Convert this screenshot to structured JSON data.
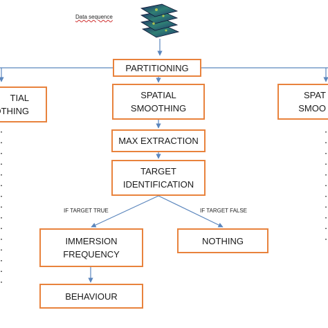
{
  "input_label": "Data sequence",
  "icon": "stacked-data-layers-icon",
  "nodes": {
    "partitioning": "PARTITIONING",
    "smoothing_left": [
      "TIAL",
      "OTHING"
    ],
    "smoothing_center": [
      "SPATIAL",
      "SMOOTHING"
    ],
    "smoothing_right": [
      "SPAT",
      "SMOO"
    ],
    "max_extraction": "MAX EXTRACTION",
    "target_identification": [
      "TARGET",
      "IDENTIFICATION"
    ],
    "immersion_frequency": [
      "IMMERSION",
      "FREQUENCY"
    ],
    "nothing": "NOTHING",
    "behaviour": "BEHAVIOUR"
  },
  "edges": {
    "if_target_true": "IF TARGET TRUE",
    "if_target_false": "IF TARGET FALSE"
  },
  "colors": {
    "box_border": "#e8823c",
    "arrow": "#5b86bd"
  }
}
